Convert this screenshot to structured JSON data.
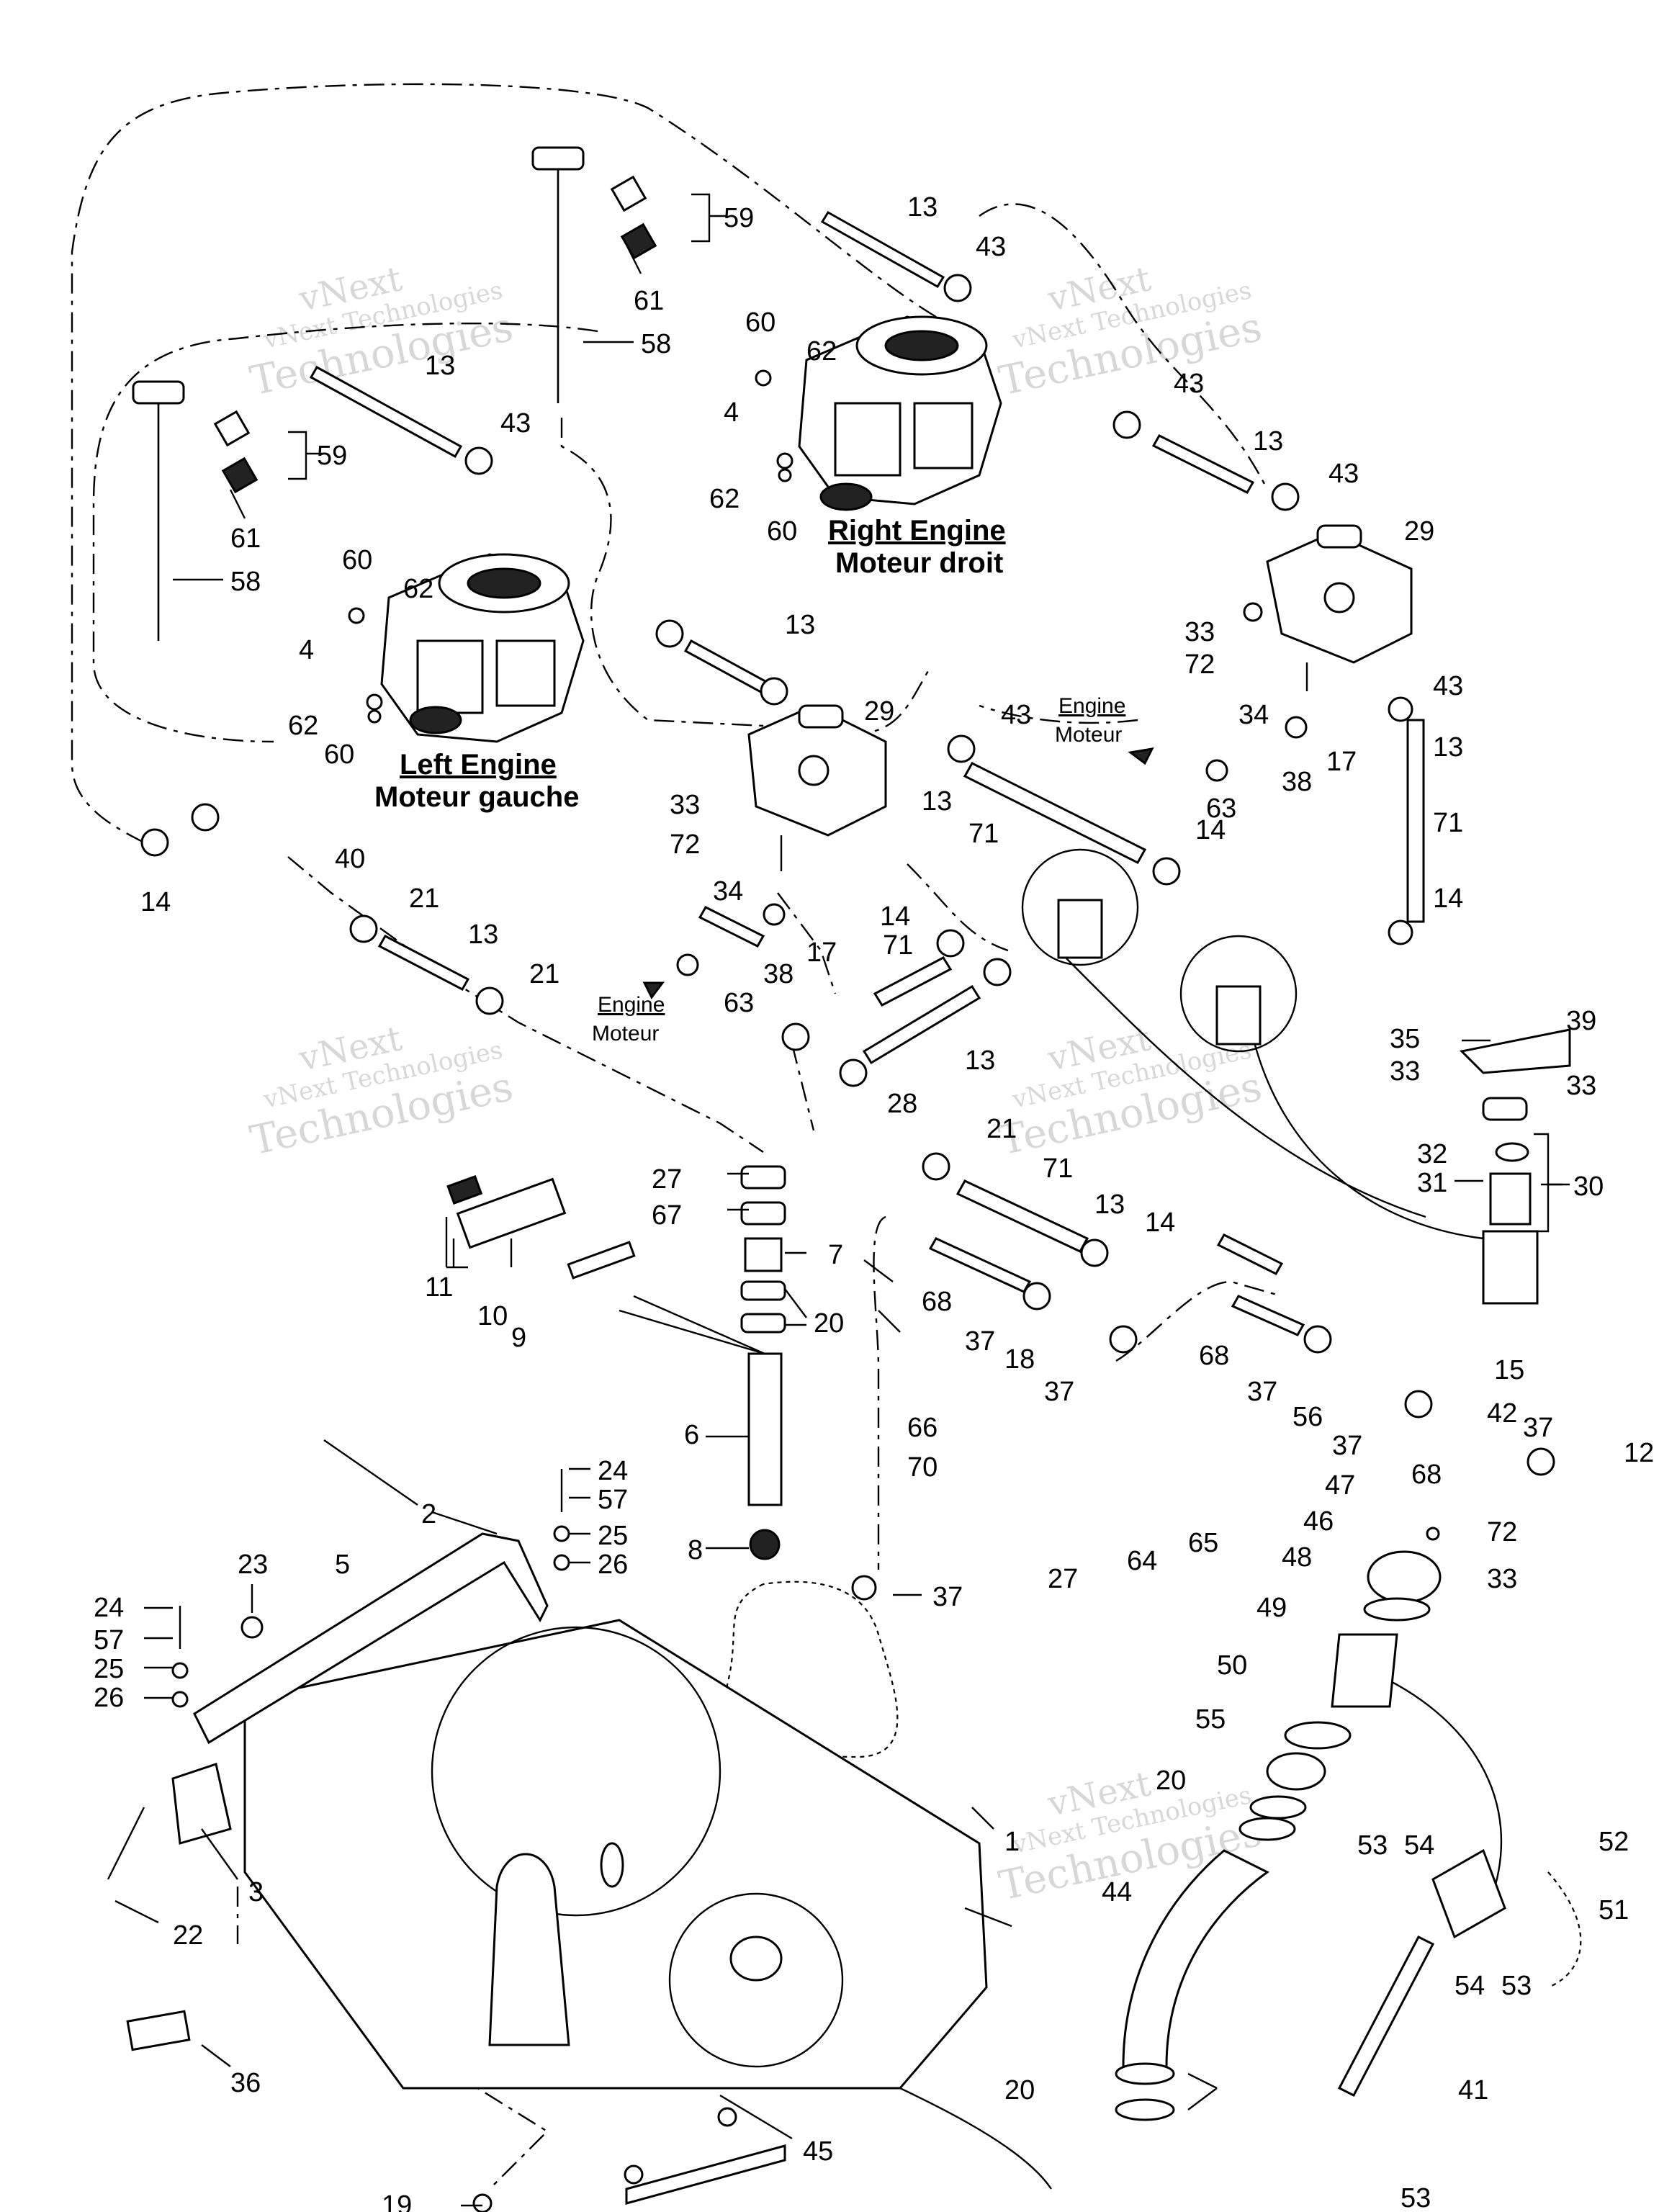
{
  "engine_labels": {
    "right_en": "Right  Engine",
    "right_fr": "Moteur droit",
    "left_en": "Left  Engine",
    "left_fr": "Moteur gauche",
    "to_engine_1_en": "Engine",
    "to_engine_1_fr": "Moteur",
    "to_engine_2_en": "Engine",
    "to_engine_2_fr": "Moteur"
  },
  "watermark": {
    "line1": "vNext",
    "line2": "vNext Technologies",
    "line3": "Technologies"
  },
  "callouts": [
    "59",
    "61",
    "58",
    "13",
    "43",
    "60",
    "62",
    "4",
    "62",
    "60",
    "59",
    "13",
    "43",
    "61",
    "58",
    "60",
    "62",
    "4",
    "62",
    "60",
    "43",
    "13",
    "43",
    "29",
    "33",
    "72",
    "34",
    "17",
    "38",
    "63",
    "13",
    "43",
    "13",
    "71",
    "14",
    "43",
    "13",
    "71",
    "14",
    "29",
    "40",
    "14",
    "21",
    "13",
    "21",
    "33",
    "72",
    "34",
    "17",
    "38",
    "63",
    "14",
    "71",
    "13",
    "28",
    "39",
    "33",
    "35",
    "33",
    "32",
    "31",
    "30",
    "27",
    "67",
    "7",
    "20",
    "11",
    "10",
    "9",
    "21",
    "71",
    "13",
    "14",
    "68",
    "37",
    "18",
    "37",
    "68",
    "37",
    "56",
    "15",
    "42",
    "37",
    "37",
    "68",
    "72",
    "12",
    "33",
    "66",
    "70",
    "47",
    "46",
    "48",
    "49",
    "50",
    "55",
    "20",
    "65",
    "64",
    "27",
    "6",
    "8",
    "37",
    "24",
    "57",
    "25",
    "26",
    "2",
    "5",
    "23",
    "24",
    "57",
    "25",
    "26",
    "3",
    "22",
    "1",
    "44",
    "53",
    "54",
    "52",
    "51",
    "54",
    "53",
    "41",
    "20",
    "36",
    "45",
    "19",
    "53"
  ]
}
